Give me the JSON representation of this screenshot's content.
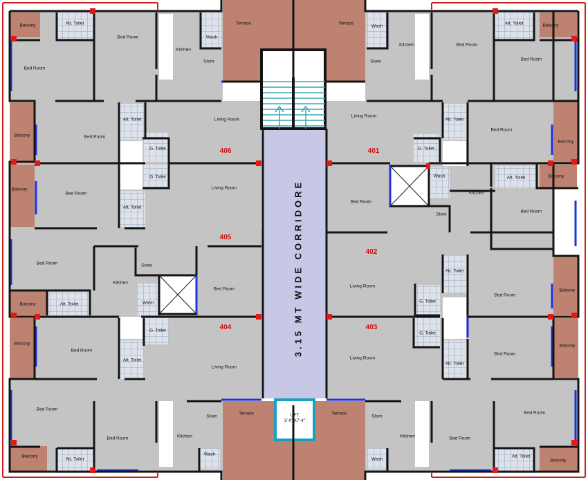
{
  "colors": {
    "room_fill": "#c4c4c4",
    "terrace_fill": "#bd8270",
    "corridor_fill": "#c7c7e6",
    "wall": "#141414",
    "window": "#1e32dc",
    "column": "#e51818",
    "boundary": "#cc1b1b",
    "tile_fill": "#dde2ea",
    "tile_line": "#7f93ad",
    "stair_line": "#36a5b4",
    "lift_frame": "#1aa0bf",
    "flat_number": "#cc1111"
  },
  "labels": {
    "corridor": "3.15 MT WIDE CORRIDORE",
    "lift_title": "LIFT",
    "lift_size": "5'-0\" X7'-4\"",
    "flats": {
      "n401": "401",
      "n402": "402",
      "n403": "403",
      "n404": "404",
      "n405": "405",
      "n406": "406"
    },
    "top_left": {
      "balcony": "Balcony",
      "att_toilet": "Att. Toilet",
      "bed_room_a": "Bed Room",
      "bed_room_b": "Bed Room",
      "kitchen": "Kitchen",
      "wash": "Wash",
      "store": "Store",
      "terrace": "Terrace"
    },
    "top_right": {
      "terrace": "Terrace",
      "wash": "Wash",
      "kitchen": "Kitchen",
      "store": "Store",
      "bed_room_a": "Bed Room",
      "att_toilet": "Att. Toilet",
      "balcony": "Balcony",
      "bed_room_b": "Bed Room"
    },
    "f406": {
      "balcony": "Balcony",
      "bed_room": "Bed Room",
      "att_toilet": "Att. Toilet",
      "g_toilet": "G. Toilet",
      "living_room": "Living Room"
    },
    "f405": {
      "balcony": "Balcony",
      "bed_room_a": "Bed Room",
      "g_toilet": "G. Toilet",
      "att_toilet": "Att. Toilet",
      "living_room": "Living Room",
      "bed_room_b": "Bed Room",
      "store": "Store",
      "kitchen": "Kitchen",
      "wash": "Wash",
      "bed_room_c": "Bed Room",
      "balcony_b": "Balcony",
      "att_toilet_b": "Att. Toilet"
    },
    "f404": {
      "balcony": "Balcony",
      "bed_room": "Bed Room",
      "g_toilet": "G. Toilet",
      "att_toilet": "Att. Toilet",
      "living_room": "Living Room"
    },
    "f401": {
      "living_room": "Living Room",
      "att_toilet": "Att. Toilet",
      "bed_room": "Bed Room",
      "balcony": "Balcony",
      "g_toilet": "G. Toilet"
    },
    "f402": {
      "bed_room": "Bed Room",
      "wash": "Wash",
      "kitchen": "Kitchen",
      "att_toilet": "Att. Toilet",
      "balcony": "Balcony",
      "store": "Store",
      "bed_room_b": "Bed Room",
      "living_room": "Living Room",
      "att_toilet_b": "Att. Toilet",
      "g_toilet": "G. Toilet",
      "bed_room_c": "Bed Room",
      "balcony_b": "Balcony"
    },
    "f403": {
      "g_toilet": "G. Toilet",
      "living_room": "Living Room",
      "att_toilet": "Att. Toilet",
      "bed_room": "Bed Room",
      "balcony": "Balcony"
    },
    "bottom_left": {
      "bed_room_a": "Bed Room",
      "bed_room_b": "Bed Room",
      "store": "Store",
      "kitchen": "Kitchen",
      "wash": "Wash",
      "terrace": "Terrace",
      "balcony": "Balcony",
      "att_toilet": "Att. Toilet"
    },
    "bottom_right": {
      "terrace": "Terrace",
      "store": "Store",
      "kitchen": "Kitchen",
      "wash": "Wash",
      "bed_room_a": "Bed Room",
      "bed_room_b": "Bed Room",
      "att_toilet": "Att. Toilet",
      "balcony": "Balcony"
    }
  }
}
